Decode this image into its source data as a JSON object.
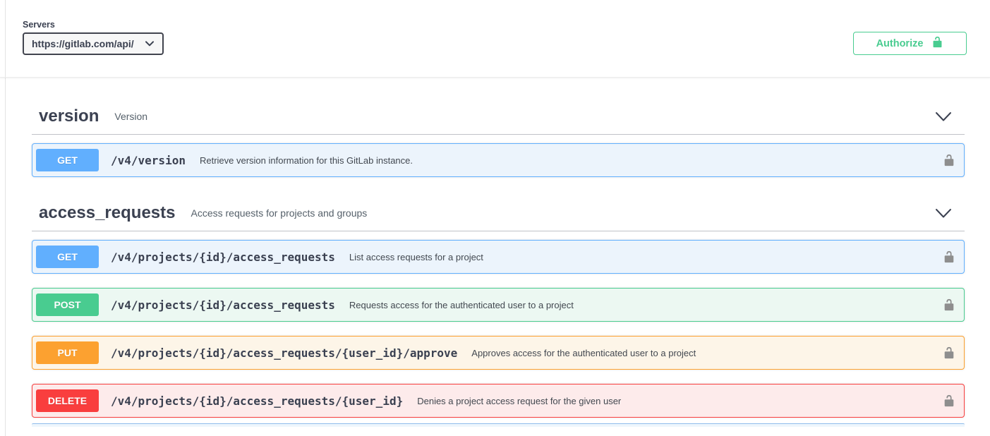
{
  "servers": {
    "label": "Servers",
    "selected_url": "https://gitlab.com/api/"
  },
  "authorize": {
    "label": "Authorize"
  },
  "icons": {
    "authorize_button": "unlock-icon",
    "operation_security": "unlock-icon",
    "section_toggle": "chevron-down-icon",
    "server_select": "chevron-down-icon"
  },
  "colors": {
    "get": "#61affe",
    "post": "#49cc90",
    "put": "#fca130",
    "delete": "#f93e3e",
    "authorize": "#49cc90"
  },
  "sections": [
    {
      "title": "version",
      "description": "Version",
      "operations": [
        {
          "method": "GET",
          "path": "/v4/version",
          "summary": "Retrieve version information for this GitLab instance."
        }
      ]
    },
    {
      "title": "access_requests",
      "description": "Access requests for projects and groups",
      "operations": [
        {
          "method": "GET",
          "path": "/v4/projects/{id}/access_requests",
          "summary": "List access requests for a project"
        },
        {
          "method": "POST",
          "path": "/v4/projects/{id}/access_requests",
          "summary": "Requests access for the authenticated user to a project"
        },
        {
          "method": "PUT",
          "path": "/v4/projects/{id}/access_requests/{user_id}/approve",
          "summary": "Approves access for the authenticated user to a project"
        },
        {
          "method": "DELETE",
          "path": "/v4/projects/{id}/access_requests/{user_id}",
          "summary": "Denies a project access request for the given user"
        }
      ]
    }
  ]
}
